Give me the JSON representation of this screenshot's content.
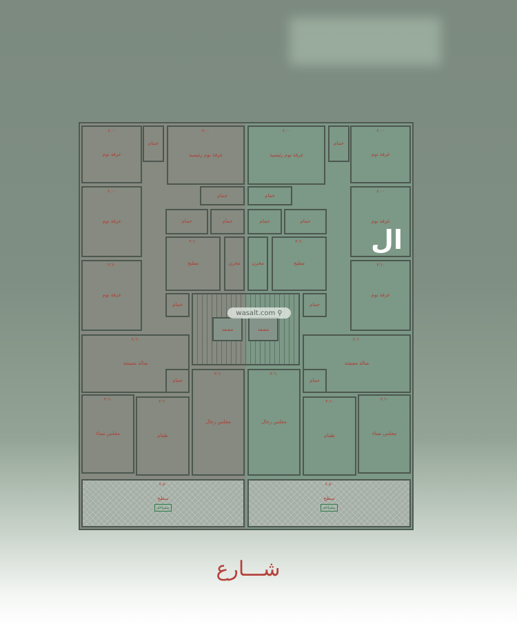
{
  "watermark": {
    "text": "wasalt.com",
    "icon": "location-pin-icon"
  },
  "logo": {
    "text": "ال"
  },
  "street_label": "شـــارع",
  "plan": {
    "left": {
      "rooms": {
        "bedroom1": {
          "label": "غرفة نوم",
          "dim": "٤.٠٠"
        },
        "bath1": {
          "label": "حمام",
          "dim": ""
        },
        "master": {
          "label": "غرفة نوم رئيسية",
          "dim": "٤.٠٠"
        },
        "bedroom2": {
          "label": "غرفة نوم",
          "dim": "٤.٠٠"
        },
        "bedroom3": {
          "label": "غرفة نوم",
          "dim": "٣.٦٠"
        },
        "bath2": {
          "label": "حمام",
          "dim": ""
        },
        "bath3": {
          "label": "حمام",
          "dim": ""
        },
        "bath4": {
          "label": "حمام",
          "dim": ""
        },
        "kitchen": {
          "label": "مطبخ",
          "dim": "٣.٦٠"
        },
        "store": {
          "label": "مخزن",
          "dim": ""
        },
        "bath5": {
          "label": "حمام",
          "dim": ""
        },
        "living": {
          "label": "صالة معيشة",
          "dim": "٤.٦٠"
        },
        "bath6": {
          "label": "حمام",
          "dim": ""
        },
        "women": {
          "label": "مجلس نساء",
          "dim": "٣.٦٠"
        },
        "dining": {
          "label": "طعام",
          "dim": "٣.٦٠"
        },
        "men": {
          "label": "مجلس رجال",
          "dim": "٣.٦٠"
        },
        "terrace": {
          "label": "سطح",
          "dim": "٤.٥٠",
          "area": "مساحة"
        }
      }
    },
    "right": {
      "rooms": {
        "bedroom1": {
          "label": "غرفة نوم",
          "dim": "٤.٠٠"
        },
        "bath1": {
          "label": "حمام",
          "dim": ""
        },
        "master": {
          "label": "غرفة نوم رئيسية",
          "dim": "٤.٠٠"
        },
        "bedroom2": {
          "label": "غرفة نوم",
          "dim": "٤.٠٠"
        },
        "bedroom3": {
          "label": "غرفة نوم",
          "dim": "٣.٦٠"
        },
        "bath2": {
          "label": "حمام",
          "dim": ""
        },
        "bath3": {
          "label": "حمام",
          "dim": ""
        },
        "bath4": {
          "label": "حمام",
          "dim": ""
        },
        "kitchen": {
          "label": "مطبخ",
          "dim": "٣.٦٠"
        },
        "store": {
          "label": "مخزن",
          "dim": ""
        },
        "bath5": {
          "label": "حمام",
          "dim": ""
        },
        "living": {
          "label": "صالة معيشة",
          "dim": "٤.٦٠"
        },
        "bath6": {
          "label": "حمام",
          "dim": ""
        },
        "women": {
          "label": "مجلس نساء",
          "dim": "٣.٦٠"
        },
        "dining": {
          "label": "طعام",
          "dim": "٣.٦٠"
        },
        "men": {
          "label": "مجلس رجال",
          "dim": "٣.٦٠"
        },
        "terrace": {
          "label": "سطح",
          "dim": "٤.٥٠",
          "area": "مساحة"
        }
      }
    },
    "elevators": [
      {
        "label": "مصعد"
      },
      {
        "label": "مصعد"
      }
    ]
  }
}
